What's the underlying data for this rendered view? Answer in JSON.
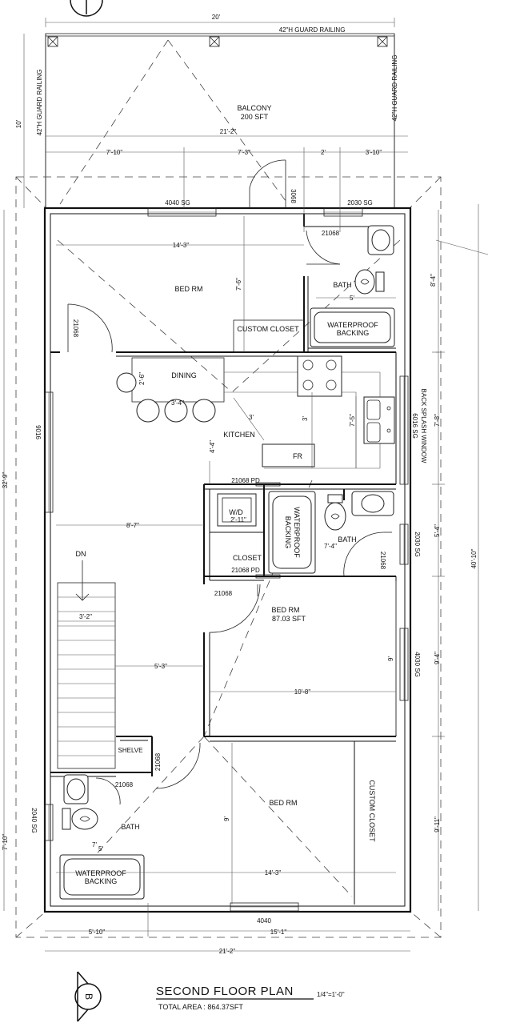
{
  "plan": {
    "title": "SECOND  FLOOR PLAN",
    "scale": "1/4\"=1'-0\"",
    "total_area": "TOTAL AREA : 864.37SFT",
    "section_marker": "B"
  },
  "rooms": {
    "balcony": "BALCONY",
    "balcony_area": "200 SFT",
    "bed_top": "BED RM",
    "custom_closet_top": "CUSTOM CLOSET",
    "bath_top": "BATH",
    "dining": "DINING",
    "kitchen": "KITCHEN",
    "fr": "FR",
    "wd": "W/D",
    "closet": "CLOSET",
    "bath_mid": "BATH",
    "bed_mid": "BED RM",
    "bed_mid_area": "87.03 SFT",
    "dn": "DN",
    "shelve": "SHELVE",
    "bath_bottom": "BATH",
    "bed_bottom": "BED RM",
    "custom_closet_bottom": "CUSTOM CLOSET"
  },
  "notes": {
    "railing_top": "42\"H GUARD RAILING",
    "railing_left": "42\"H GUARD RAILING",
    "railing_right": "42\"H GUARD RAILING",
    "waterproof_top": "WATERPROOF",
    "backing_top": "BACKING",
    "waterproof_mid": "WATERPROOF",
    "backing_mid": "BACKING",
    "waterproof_bottom": "WATERPROOF",
    "backing_bottom": "BACKING",
    "back_splash": "BACK SPLASH WINDOW"
  },
  "openings": {
    "w_4040sg": "4040 SG",
    "d_3068": "3068",
    "w_2030sg_top": "2030  SG",
    "d_21068_top": "21068",
    "d_21068_bed": "21068",
    "w_9016": "9016",
    "w_6016sg": "6016 SG",
    "d_21068pd_a": "21068 PD",
    "d_21068pd_b": "21068 PD",
    "d_21068_closet": "21068",
    "w_2030sg_right": "2030  SG",
    "d_21068_bath": "21068",
    "w_4030sg": "4030  SG",
    "d_21068_shelve": "21068",
    "d_21068_lower": "21068",
    "w_2040sg": "2040  SG",
    "w_4040_bottom": "4040"
  },
  "dimensions": {
    "top_20": "20'",
    "left_10": "10'",
    "balc_21_2": "21'-2\"",
    "d_7_10": "7'-10\"",
    "d_7_3": "7'-3\"",
    "d_2": "2'",
    "d_3_10": "3'-10\"",
    "d_14_3_top": "14'-3\"",
    "d_7_6": "7'-6\"",
    "d_5": "5'",
    "d_8_4": "8'-4\"",
    "d_2_6": "2'-6\"",
    "d_3_4": "3'-4\"",
    "d_3a": "3'",
    "d_3b": "3'",
    "d_7_5": "7'-5\"",
    "d_7_8": "7'-8\"",
    "d_4_4": "4'-4\"",
    "d_32_9": "32'-9\"",
    "d_40_10": "40'-10\"",
    "d_2_11": "2'-11\"",
    "d_8_7": "8'-7\"",
    "d_7_4": "7'-4\"",
    "d_5_4": "5'-4\"",
    "d_3_2": "3'-2\"",
    "d_5_3": "5'-3\"",
    "d_9_mid": "9'",
    "d_9_4": "9'-4\"",
    "d_10_8": "10'-8\"",
    "d_9_bot": "9'",
    "d_9_11": "9'-11\"",
    "d_7_10_left": "7'-10\"",
    "d_7": "7'",
    "d_5_small": "5'",
    "d_14_3_bot": "14'-3\"",
    "d_5_10": "5'-10\"",
    "d_15_1": "15'-1\"",
    "d_21_2_bot": "21'-2\""
  }
}
